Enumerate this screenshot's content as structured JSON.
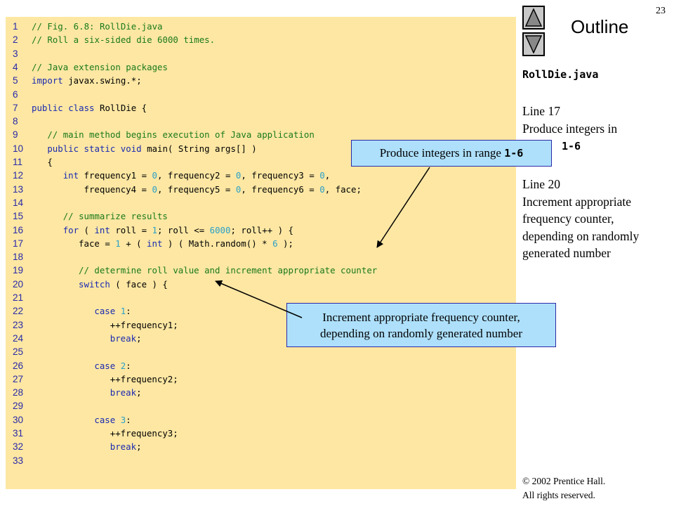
{
  "page_number": "23",
  "outline_title": "Outline",
  "filename": "RollDie.java",
  "notes": [
    {
      "heading": "Line 17",
      "text": "Produce integers in",
      "code_suffix": "1-6"
    },
    {
      "heading": "Line 20",
      "text_lines": [
        "Increment appropriate",
        "frequency counter,",
        "depending on randomly",
        "generated number"
      ]
    }
  ],
  "callouts": {
    "range": {
      "text": "Produce integers in range ",
      "code": "1-6"
    },
    "increment": {
      "line1": "Increment appropriate frequency counter,",
      "line2": "depending on randomly generated number"
    }
  },
  "footer": {
    "copyright": "© 2002 Prentice Hall.",
    "rights": "All rights reserved."
  },
  "colors": {
    "code_background": "#fde7a3",
    "callout_background": "#aee0fb",
    "comment": "#1a7a1a",
    "keyword": "#1a2ab0",
    "number": "#2aa0c8"
  },
  "icons": {
    "up": "triangle-up-icon",
    "down": "triangle-down-icon"
  },
  "code_lines": [
    {
      "num": "1",
      "indent": 0,
      "tokens": [
        [
          "comment",
          "// Fig. 6.8: RollDie.java"
        ]
      ]
    },
    {
      "num": "2",
      "indent": 0,
      "tokens": [
        [
          "comment",
          "// Roll a six-sided die 6000 times."
        ]
      ]
    },
    {
      "num": "3",
      "indent": 0,
      "tokens": []
    },
    {
      "num": "4",
      "indent": 0,
      "tokens": [
        [
          "comment",
          "// Java extension packages"
        ]
      ]
    },
    {
      "num": "5",
      "indent": 0,
      "tokens": [
        [
          "keyword",
          "import"
        ],
        [
          "plain",
          " javax.swing.*;"
        ]
      ]
    },
    {
      "num": "6",
      "indent": 0,
      "tokens": []
    },
    {
      "num": "7",
      "indent": 0,
      "tokens": [
        [
          "keyword",
          "public class"
        ],
        [
          "plain",
          " RollDie {"
        ]
      ]
    },
    {
      "num": "8",
      "indent": 0,
      "tokens": []
    },
    {
      "num": "9",
      "indent": 3,
      "tokens": [
        [
          "comment",
          "// main method begins execution of Java application"
        ]
      ]
    },
    {
      "num": "10",
      "indent": 3,
      "tokens": [
        [
          "keyword",
          "public static void"
        ],
        [
          "plain",
          " main( String args[] )"
        ]
      ]
    },
    {
      "num": "11",
      "indent": 3,
      "tokens": [
        [
          "plain",
          "{"
        ]
      ]
    },
    {
      "num": "12",
      "indent": 6,
      "tokens": [
        [
          "keyword",
          "int"
        ],
        [
          "plain",
          " frequency1 = "
        ],
        [
          "number",
          "0"
        ],
        [
          "plain",
          ", frequency2 = "
        ],
        [
          "number",
          "0"
        ],
        [
          "plain",
          ", frequency3 = "
        ],
        [
          "number",
          "0"
        ],
        [
          "plain",
          ","
        ]
      ]
    },
    {
      "num": "13",
      "indent": 10,
      "tokens": [
        [
          "plain",
          "frequency4 = "
        ],
        [
          "number",
          "0"
        ],
        [
          "plain",
          ", frequency5 = "
        ],
        [
          "number",
          "0"
        ],
        [
          "plain",
          ", frequency6 = "
        ],
        [
          "number",
          "0"
        ],
        [
          "plain",
          ", face;"
        ]
      ]
    },
    {
      "num": "14",
      "indent": 0,
      "tokens": []
    },
    {
      "num": "15",
      "indent": 6,
      "tokens": [
        [
          "comment",
          "// summarize results"
        ]
      ]
    },
    {
      "num": "16",
      "indent": 6,
      "tokens": [
        [
          "keyword",
          "for"
        ],
        [
          "plain",
          " ( "
        ],
        [
          "keyword",
          "int"
        ],
        [
          "plain",
          " roll = "
        ],
        [
          "number",
          "1"
        ],
        [
          "plain",
          "; roll <= "
        ],
        [
          "number",
          "6000"
        ],
        [
          "plain",
          "; roll++ ) {"
        ]
      ]
    },
    {
      "num": "17",
      "indent": 9,
      "tokens": [
        [
          "plain",
          "face = "
        ],
        [
          "number",
          "1"
        ],
        [
          "plain",
          " + ( "
        ],
        [
          "keyword",
          "int"
        ],
        [
          "plain",
          " ) ( Math.random() * "
        ],
        [
          "number",
          "6"
        ],
        [
          "plain",
          " );"
        ]
      ]
    },
    {
      "num": "18",
      "indent": 0,
      "tokens": []
    },
    {
      "num": "19",
      "indent": 9,
      "tokens": [
        [
          "comment",
          "// determine roll value and increment appropriate counter"
        ]
      ]
    },
    {
      "num": "20",
      "indent": 9,
      "tokens": [
        [
          "keyword",
          "switch"
        ],
        [
          "plain",
          " ( face ) {"
        ]
      ]
    },
    {
      "num": "21",
      "indent": 0,
      "tokens": []
    },
    {
      "num": "22",
      "indent": 12,
      "tokens": [
        [
          "keyword",
          "case"
        ],
        [
          "plain",
          " "
        ],
        [
          "number",
          "1"
        ],
        [
          "plain",
          ":"
        ]
      ]
    },
    {
      "num": "23",
      "indent": 15,
      "tokens": [
        [
          "plain",
          "++frequency1;"
        ]
      ]
    },
    {
      "num": "24",
      "indent": 15,
      "tokens": [
        [
          "keyword",
          "break"
        ],
        [
          "plain",
          ";"
        ]
      ]
    },
    {
      "num": "25",
      "indent": 0,
      "tokens": []
    },
    {
      "num": "26",
      "indent": 12,
      "tokens": [
        [
          "keyword",
          "case"
        ],
        [
          "plain",
          " "
        ],
        [
          "number",
          "2"
        ],
        [
          "plain",
          ":"
        ]
      ]
    },
    {
      "num": "27",
      "indent": 15,
      "tokens": [
        [
          "plain",
          "++frequency2;"
        ]
      ]
    },
    {
      "num": "28",
      "indent": 15,
      "tokens": [
        [
          "keyword",
          "break"
        ],
        [
          "plain",
          ";"
        ]
      ]
    },
    {
      "num": "29",
      "indent": 0,
      "tokens": []
    },
    {
      "num": "30",
      "indent": 12,
      "tokens": [
        [
          "keyword",
          "case"
        ],
        [
          "plain",
          " "
        ],
        [
          "number",
          "3"
        ],
        [
          "plain",
          ":"
        ]
      ]
    },
    {
      "num": "31",
      "indent": 15,
      "tokens": [
        [
          "plain",
          "++frequency3;"
        ]
      ]
    },
    {
      "num": "32",
      "indent": 15,
      "tokens": [
        [
          "keyword",
          "break"
        ],
        [
          "plain",
          ";"
        ]
      ]
    },
    {
      "num": "33",
      "indent": 0,
      "tokens": []
    }
  ]
}
